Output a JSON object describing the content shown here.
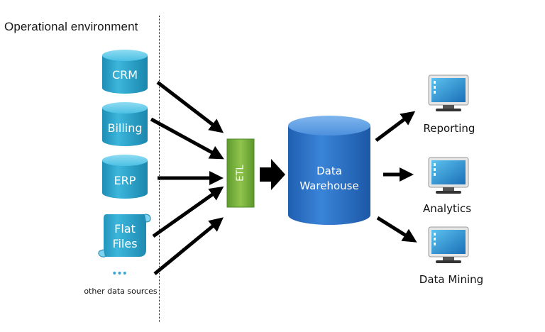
{
  "environment_label": "Operational environment",
  "sources": [
    {
      "label": "CRM"
    },
    {
      "label": "Billing"
    },
    {
      "label": "ERP"
    },
    {
      "label_line1": "Flat",
      "label_line2": "Files"
    }
  ],
  "other_sources": {
    "dots": "•••",
    "label": "other data sources"
  },
  "etl_label": "ETL",
  "warehouse": {
    "line1": "Data",
    "line2": "Warehouse"
  },
  "destinations": [
    {
      "label": "Reporting",
      "icon": "monitor-icon"
    },
    {
      "label": "Analytics",
      "icon": "monitor-icon"
    },
    {
      "label": "Data Mining",
      "icon": "monitor-icon"
    }
  ],
  "colors": {
    "source_cylinder": "#2fa4c9",
    "etl": "#7cb342",
    "warehouse": "#2a70c8",
    "arrow": "#000000",
    "dots": "#3aa6d6"
  }
}
